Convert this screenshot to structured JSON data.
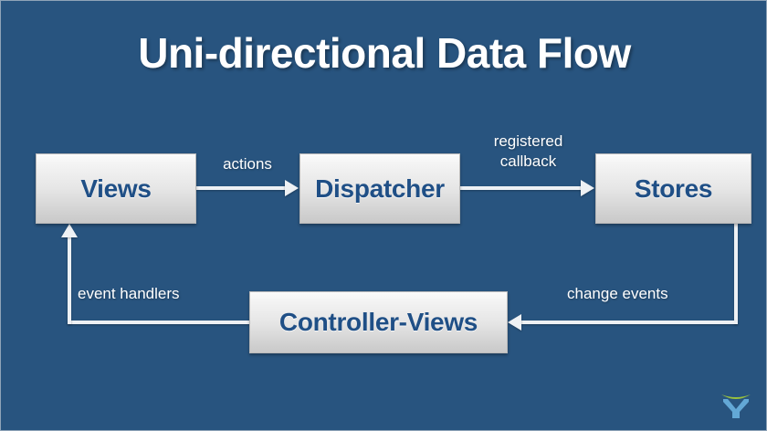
{
  "slide": {
    "title": "Uni-directional Data Flow",
    "background_color": "#28547f",
    "title_color": "#ffffff",
    "node_text_color": "#1f4f86",
    "connector_color": "#eef1f4"
  },
  "nodes": [
    {
      "id": "views",
      "label": "Views"
    },
    {
      "id": "dispatcher",
      "label": "Dispatcher"
    },
    {
      "id": "stores",
      "label": "Stores"
    },
    {
      "id": "controller-views",
      "label": "Controller-Views"
    }
  ],
  "edges": [
    {
      "id": "views-to-dispatcher",
      "label": "actions",
      "from": "Views",
      "to": "Dispatcher"
    },
    {
      "id": "dispatcher-to-stores",
      "label": "registered\ncallback",
      "from": "Dispatcher",
      "to": "Stores"
    },
    {
      "id": "stores-to-controller",
      "label": "change events",
      "from": "Stores",
      "to": "Controller-Views"
    },
    {
      "id": "controller-to-views",
      "label": "event handlers",
      "from": "Controller-Views",
      "to": "Views"
    }
  ],
  "logo": {
    "name": "x-logo",
    "arc_color": "#9ac23c",
    "mark_color": "#63a8d6"
  }
}
